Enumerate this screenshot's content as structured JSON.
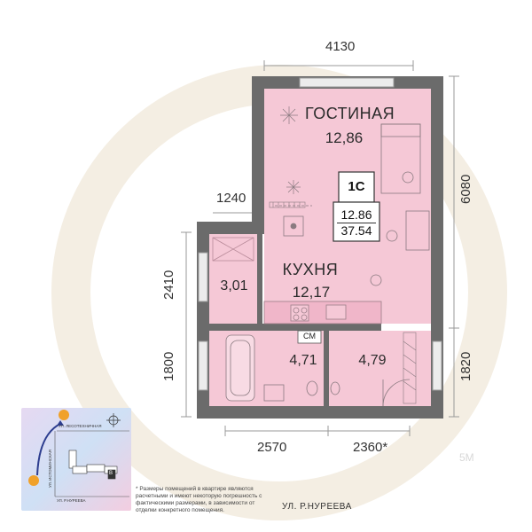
{
  "dimensions": {
    "top": "4130",
    "left_upper": "1240",
    "right": "6080",
    "left_middle": "2410",
    "left_lower": "1800",
    "right_lower": "1820",
    "bottom_left": "2570",
    "bottom_right": "2360*"
  },
  "rooms": {
    "living": {
      "name": "ГОСТИНАЯ",
      "area": "12,86"
    },
    "kitchen": {
      "name": "КУХНЯ",
      "area": "12,17"
    },
    "storage": {
      "area": "3,01"
    },
    "bathroom": {
      "area": "4,71"
    },
    "hall": {
      "area": "4,79"
    },
    "sm_label": "СМ"
  },
  "apartment": {
    "type": "1С",
    "living_area": "12.86",
    "total_area": "37.54"
  },
  "footnote": "* Размеры помещений в квартире являются расчетными и имеют некоторую погрешность с фактическими размерами, в зависимости от отделки конкретного помещения.",
  "street_bottom": "УЛ. Р.НУРЕЕВА",
  "minimap": {
    "street_top": "УЛ. ЛЕСОТЕХНИЧНАЯ",
    "street_side": "УЛ. ИСТОМИНСКАЯ",
    "street_bottom": "УЛ. Р.НУРЕЕВА",
    "building_marker": "В"
  },
  "watermark": "5M",
  "colors": {
    "wall": "#6b6b6b",
    "room_fill": "#f5c8d6",
    "accent_ring": "#f2ebdd",
    "text": "#2b2b2b"
  }
}
